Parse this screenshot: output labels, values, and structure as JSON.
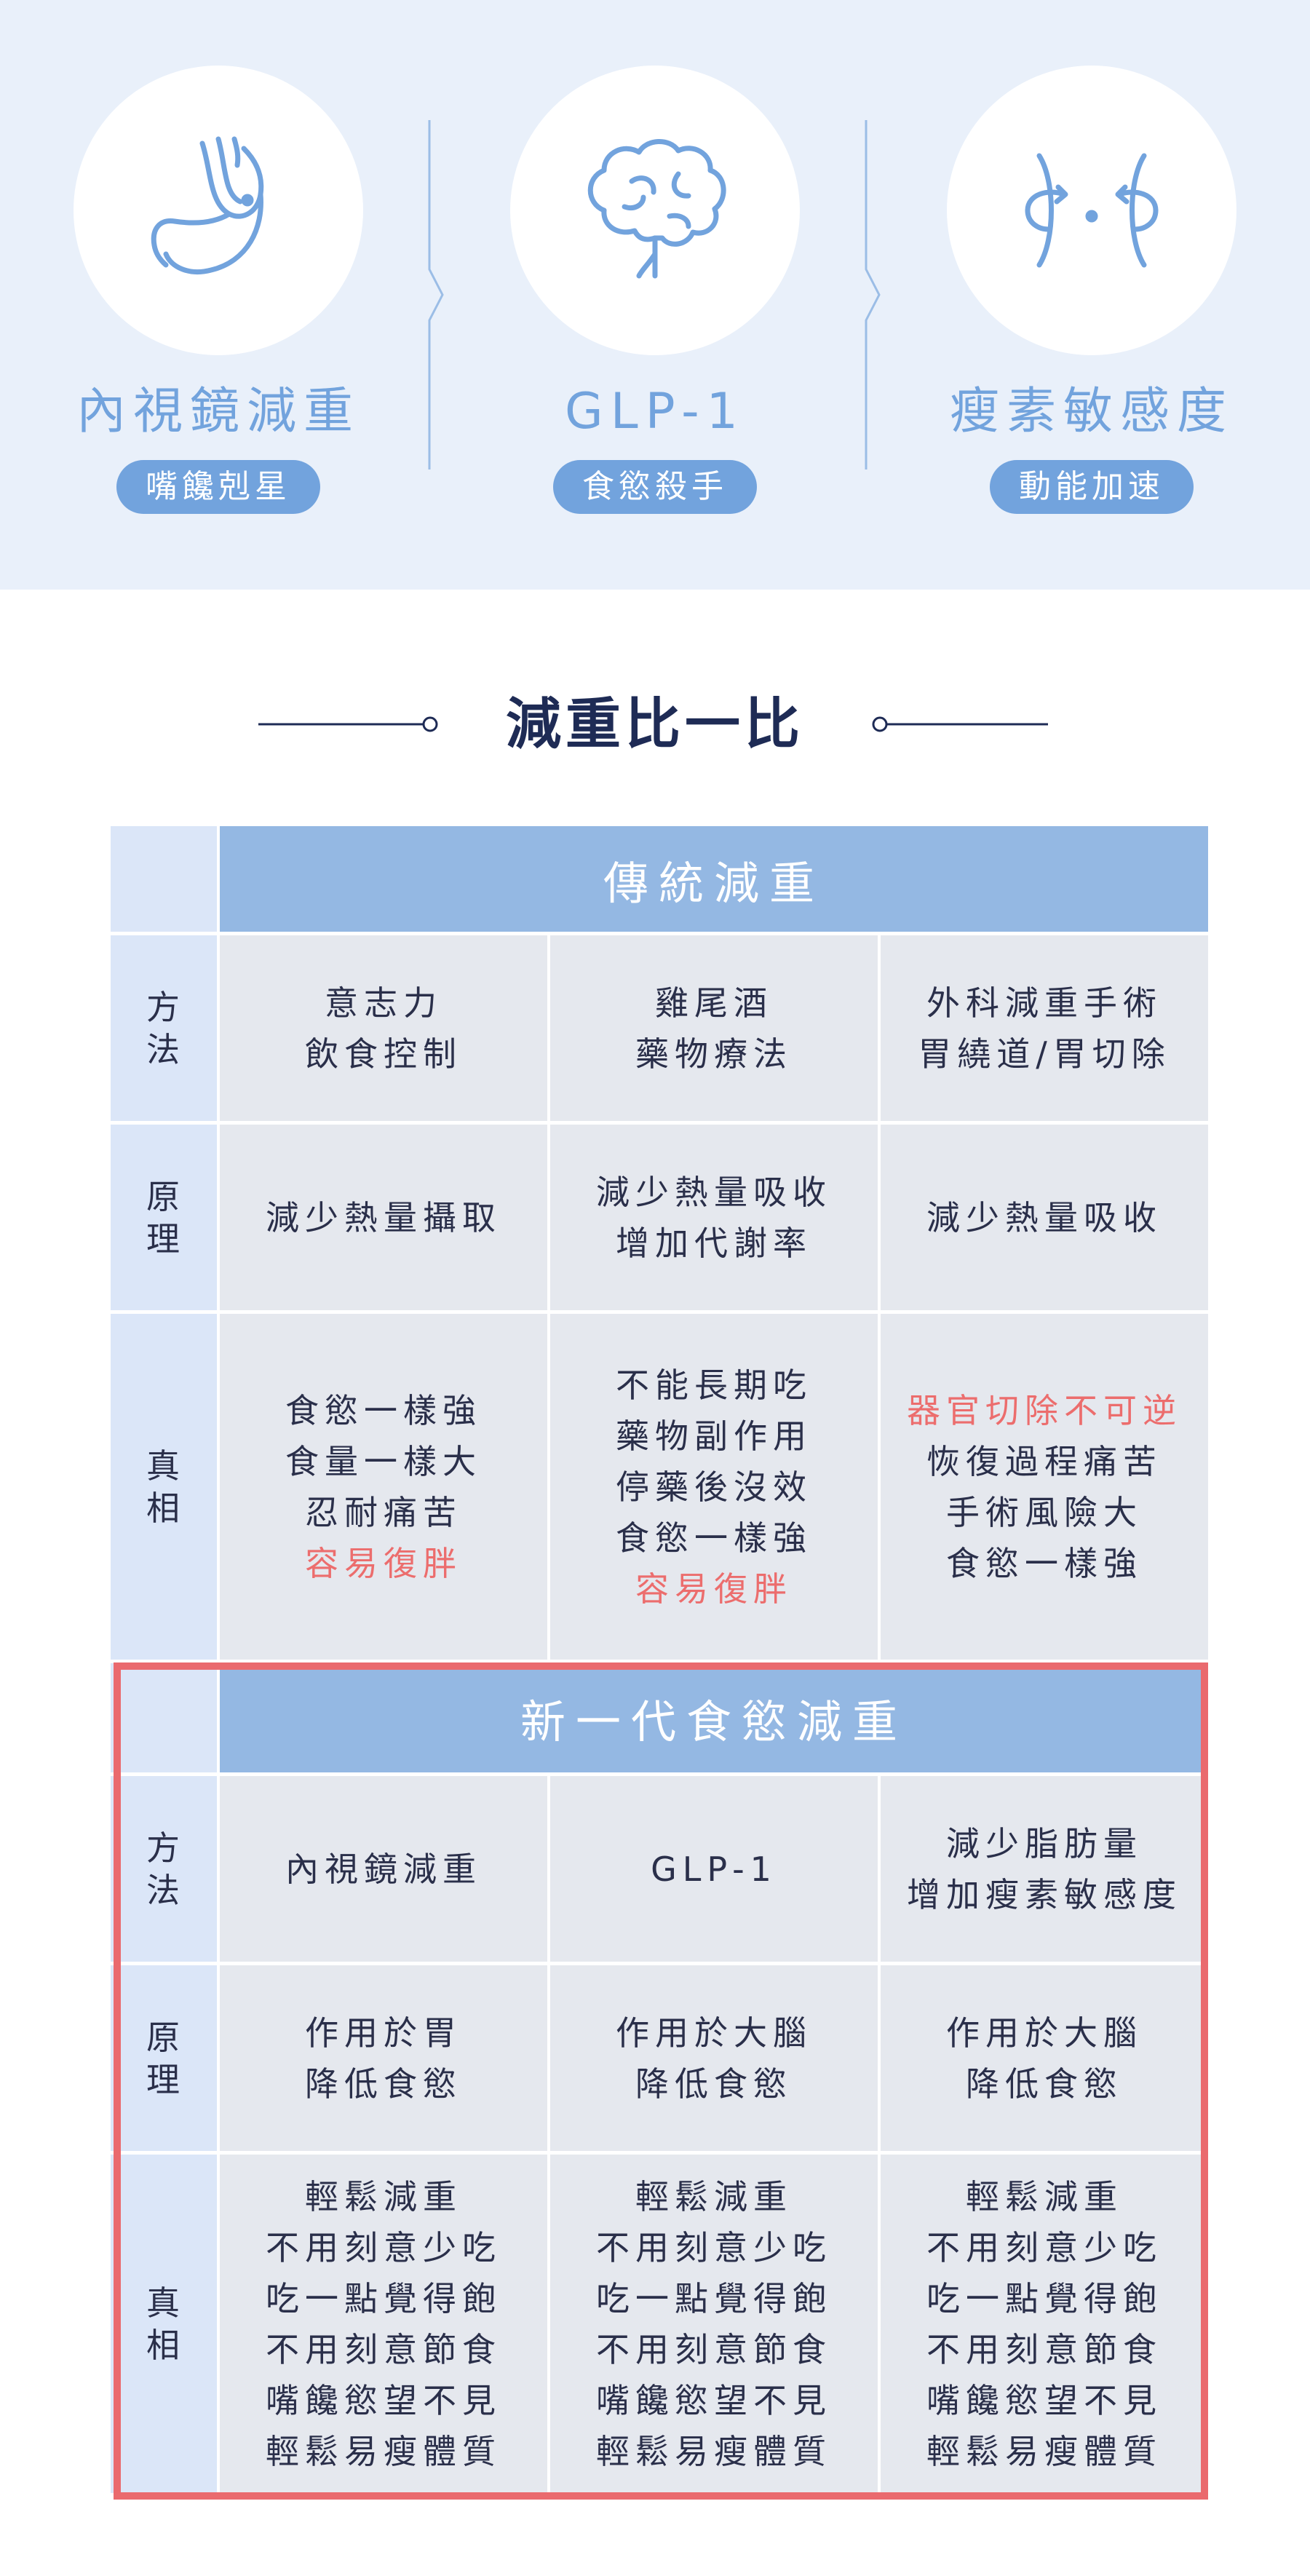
{
  "features": [
    {
      "icon": "stomach-icon",
      "name": "內視鏡減重",
      "tag": "嘴饞剋星"
    },
    {
      "icon": "brain-icon",
      "name": "GLP-1",
      "tag": "食慾殺手"
    },
    {
      "icon": "waist-icon",
      "name": "瘦素敏感度",
      "tag": "動能加速"
    }
  ],
  "heading": "減重比一比",
  "traditional": {
    "title": "傳統減重",
    "rows": [
      {
        "label": [
          "方",
          "法"
        ],
        "cells": [
          [
            "意志力",
            "飲食控制"
          ],
          [
            "雞尾酒",
            "藥物療法"
          ],
          [
            "外科減重手術",
            "胃繞道/胃切除"
          ]
        ]
      },
      {
        "label": [
          "原",
          "理"
        ],
        "cells": [
          [
            "減少熱量攝取"
          ],
          [
            "減少熱量吸收",
            "增加代謝率"
          ],
          [
            "減少熱量吸收"
          ]
        ]
      },
      {
        "label": [
          "真",
          "相"
        ],
        "cells": [
          [
            "食慾一樣強",
            "食量一樣大",
            "忍耐痛苦",
            "容易復胖"
          ],
          [
            "不能長期吃",
            "藥物副作用",
            "停藥後沒效",
            "食慾一樣強",
            "容易復胖"
          ],
          [
            "器官切除不可逆",
            "恢復過程痛苦",
            "手術風險大",
            "食慾一樣強"
          ]
        ]
      }
    ]
  },
  "modern": {
    "title": "新一代食慾減重",
    "rows": [
      {
        "label": [
          "方",
          "法"
        ],
        "cells": [
          [
            "內視鏡減重"
          ],
          [
            "GLP-1"
          ],
          [
            "減少脂肪量",
            "增加瘦素敏感度"
          ]
        ]
      },
      {
        "label": [
          "原",
          "理"
        ],
        "cells": [
          [
            "作用於胃",
            "降低食慾"
          ],
          [
            "作用於大腦",
            "降低食慾"
          ],
          [
            "作用於大腦",
            "降低食慾"
          ]
        ]
      },
      {
        "label": [
          "真",
          "相"
        ],
        "cells": [
          [
            "輕鬆減重",
            "不用刻意少吃",
            "吃一點覺得飽",
            "不用刻意節食",
            "嘴饞慾望不見",
            "輕鬆易瘦體質"
          ],
          [
            "輕鬆減重",
            "不用刻意少吃",
            "吃一點覺得飽",
            "不用刻意節食",
            "嘴饞慾望不見",
            "輕鬆易瘦體質"
          ],
          [
            "輕鬆減重",
            "不用刻意少吃",
            "吃一點覺得飽",
            "不用刻意節食",
            "嘴饞慾望不見",
            "輕鬆易瘦體質"
          ]
        ]
      }
    ]
  },
  "colors": {
    "accent": "#72a3dd",
    "band": "#94b8e3",
    "highlight": "#ec6d6d",
    "text": "#2a2f4a"
  }
}
